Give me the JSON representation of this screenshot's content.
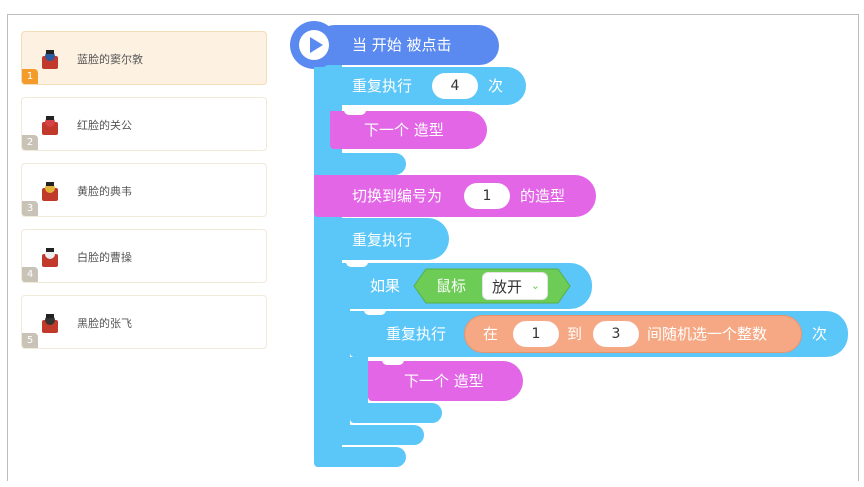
{
  "sprites": [
    {
      "number": "1",
      "name": "蓝脸的窦尔敦",
      "selected": true
    },
    {
      "number": "2",
      "name": "红脸的关公",
      "selected": false
    },
    {
      "number": "3",
      "name": "黄脸的典韦",
      "selected": false
    },
    {
      "number": "4",
      "name": "白脸的曹操",
      "selected": false
    },
    {
      "number": "5",
      "name": "黑脸的张飞",
      "selected": false
    }
  ],
  "script": {
    "hat": {
      "label": "当 开始 被点击",
      "icon": "play-icon"
    },
    "repeat1": {
      "label_before": "重复执行",
      "count": "4",
      "label_after": "次"
    },
    "next_costume1": {
      "label": "下一个 造型"
    },
    "switch_costume": {
      "label_before": "切换到编号为",
      "value": "1",
      "label_after": "的造型"
    },
    "forever": {
      "label": "重复执行"
    },
    "if_block": {
      "label": "如果",
      "condition_label": "鼠标",
      "condition_value": "放开"
    },
    "repeat2": {
      "label_before": "重复执行",
      "random_prefix": "在",
      "random_from": "1",
      "random_mid": "到",
      "random_to": "3",
      "random_suffix": "间随机选一个整数",
      "label_after": "次"
    },
    "next_costume2": {
      "label": "下一个 造型"
    }
  },
  "colors": {
    "motion_blue": "#5bc6f8",
    "hat_blue": "#5a8af0",
    "looks_pink": "#e266e6",
    "sensing_green": "#6dcc56",
    "operator_orange": "#f5a883",
    "selected_sprite": "#fdf2e2",
    "selected_badge": "#f39c2c"
  }
}
